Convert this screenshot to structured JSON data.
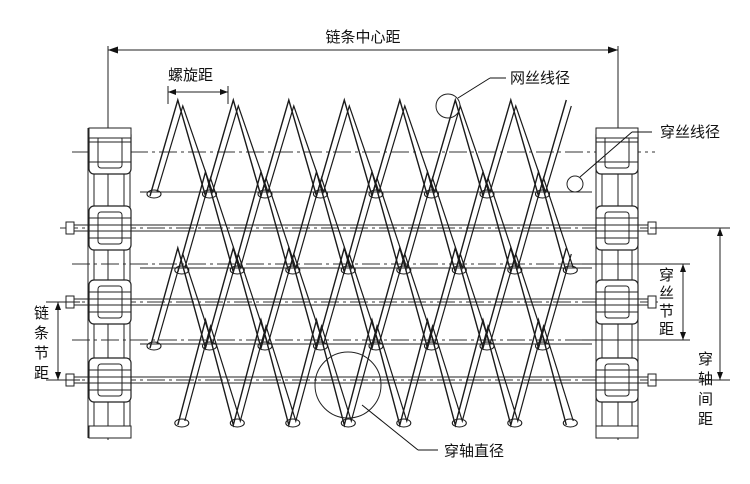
{
  "labels": {
    "chain_center_distance": "链条中心距",
    "helix_pitch": "螺旋距",
    "mesh_wire_diameter": "网丝线径",
    "cross_wire_diameter": "穿丝线径",
    "cross_wire_pitch": "穿丝节距",
    "chain_pitch": "链条节距",
    "shaft_spacing": "穿轴间距",
    "shaft_diameter": "穿轴直径"
  },
  "colors": {
    "line": "#222222",
    "background": "#ffffff"
  }
}
